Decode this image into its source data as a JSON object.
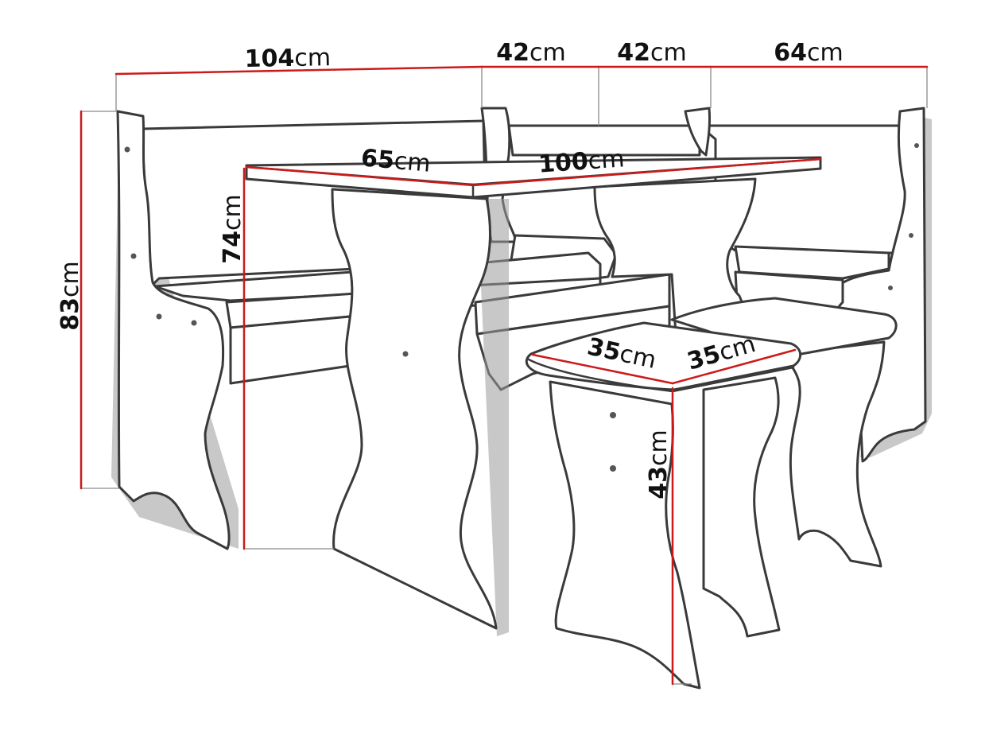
{
  "unit_label": "cm",
  "colors": {
    "dimension_line": "#cc1a1a",
    "outline": "#3a3a3a",
    "label": "#111111"
  },
  "dimensions": [
    {
      "id": "corner-bench-long-width",
      "value": "104"
    },
    {
      "id": "seat-depth-left",
      "value": "42"
    },
    {
      "id": "seat-depth-right",
      "value": "42"
    },
    {
      "id": "corner-bench-short-width",
      "value": "64"
    },
    {
      "id": "corner-bench-height",
      "value": "83"
    },
    {
      "id": "table-depth",
      "value": "65"
    },
    {
      "id": "table-length",
      "value": "100"
    },
    {
      "id": "table-height",
      "value": "74"
    },
    {
      "id": "stool-depth",
      "value": "35"
    },
    {
      "id": "stool-width",
      "value": "35"
    },
    {
      "id": "stool-height",
      "value": "43"
    }
  ]
}
